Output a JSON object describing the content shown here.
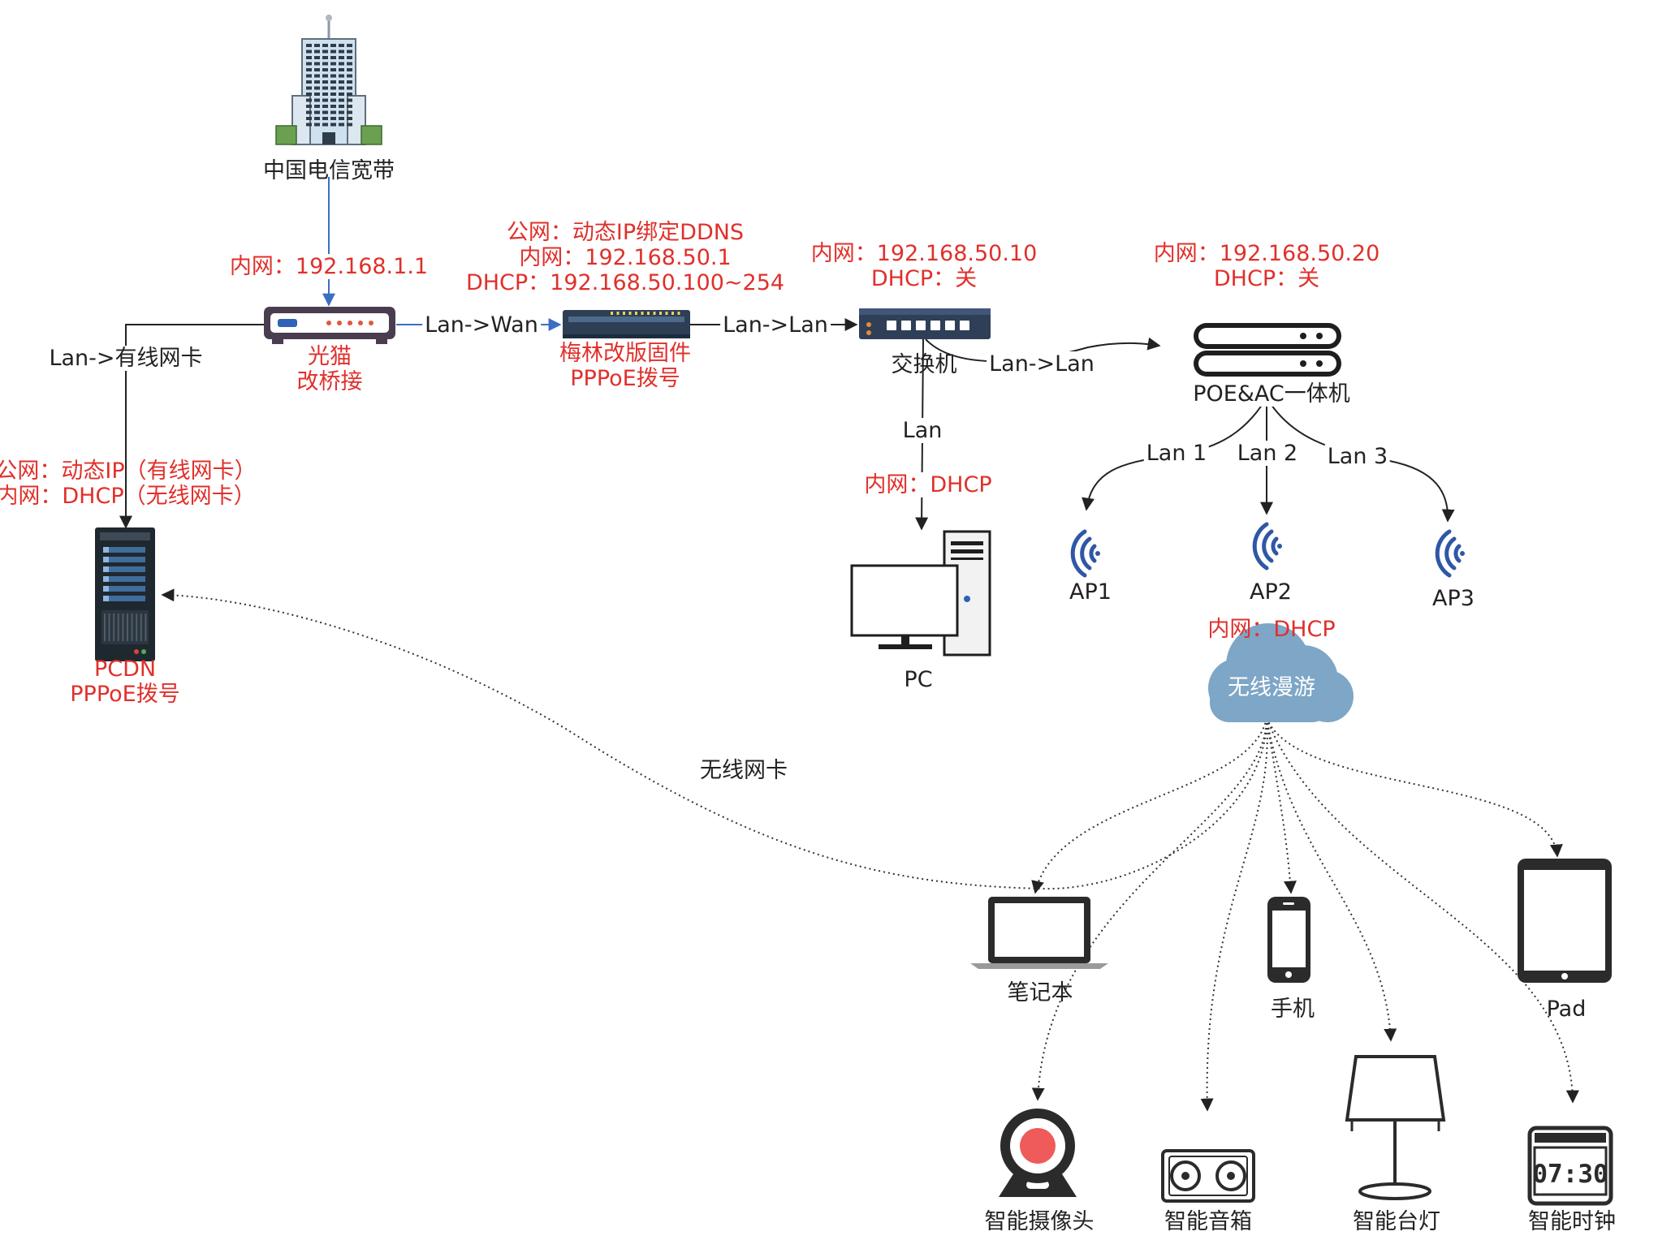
{
  "nodes": {
    "telecom": "中国电信宽带",
    "modem": [
      "光猫",
      "改桥接"
    ],
    "router": [
      "梅林改版固件",
      "PPPoE拨号"
    ],
    "switch": "交换机",
    "poe_ac": "POE&AC一体机",
    "pcdn": [
      "PCDN",
      "PPPoE拨号"
    ],
    "pc": "PC",
    "ap1": "AP1",
    "ap2": "AP2",
    "ap3": "AP3",
    "cloud": "无线漫游",
    "laptop": "笔记本",
    "phone": "手机",
    "pad": "Pad",
    "camera": "智能摄像头",
    "speaker": "智能音箱",
    "lamp": "智能台灯",
    "clock": "智能时钟",
    "clock_display": "07:30"
  },
  "notes": {
    "modem": "内网：192.168.1.1",
    "router": [
      "公网：动态IP绑定DDNS",
      "内网：192.168.50.1",
      "DHCP：192.168.50.100~254"
    ],
    "switch": [
      "内网：192.168.50.10",
      "DHCP：关"
    ],
    "poe_ac": [
      "内网：192.168.50.20",
      "DHCP：关"
    ],
    "pcdn": [
      "公网：动态IP（有线网卡）",
      "内网：DHCP（无线网卡）"
    ],
    "pc": "内网：DHCP",
    "cloud": "内网：DHCP"
  },
  "edges": {
    "modem_router": "Lan->Wan",
    "router_switch": "Lan->Lan",
    "switch_poe": "Lan->Lan",
    "switch_pc": "Lan",
    "modem_pcdn": "Lan->有线网卡",
    "poe_ap1": "Lan 1",
    "poe_ap2": "Lan 2",
    "poe_ap3": "Lan 3",
    "wireless_pcdn": "无线网卡"
  },
  "colors": {
    "note": "#e0302b",
    "blue_link": "#3a6fc4",
    "wifi": "#2f57a5",
    "cloud": "#7ea6c6",
    "device_dark": "#2b2b2b"
  }
}
